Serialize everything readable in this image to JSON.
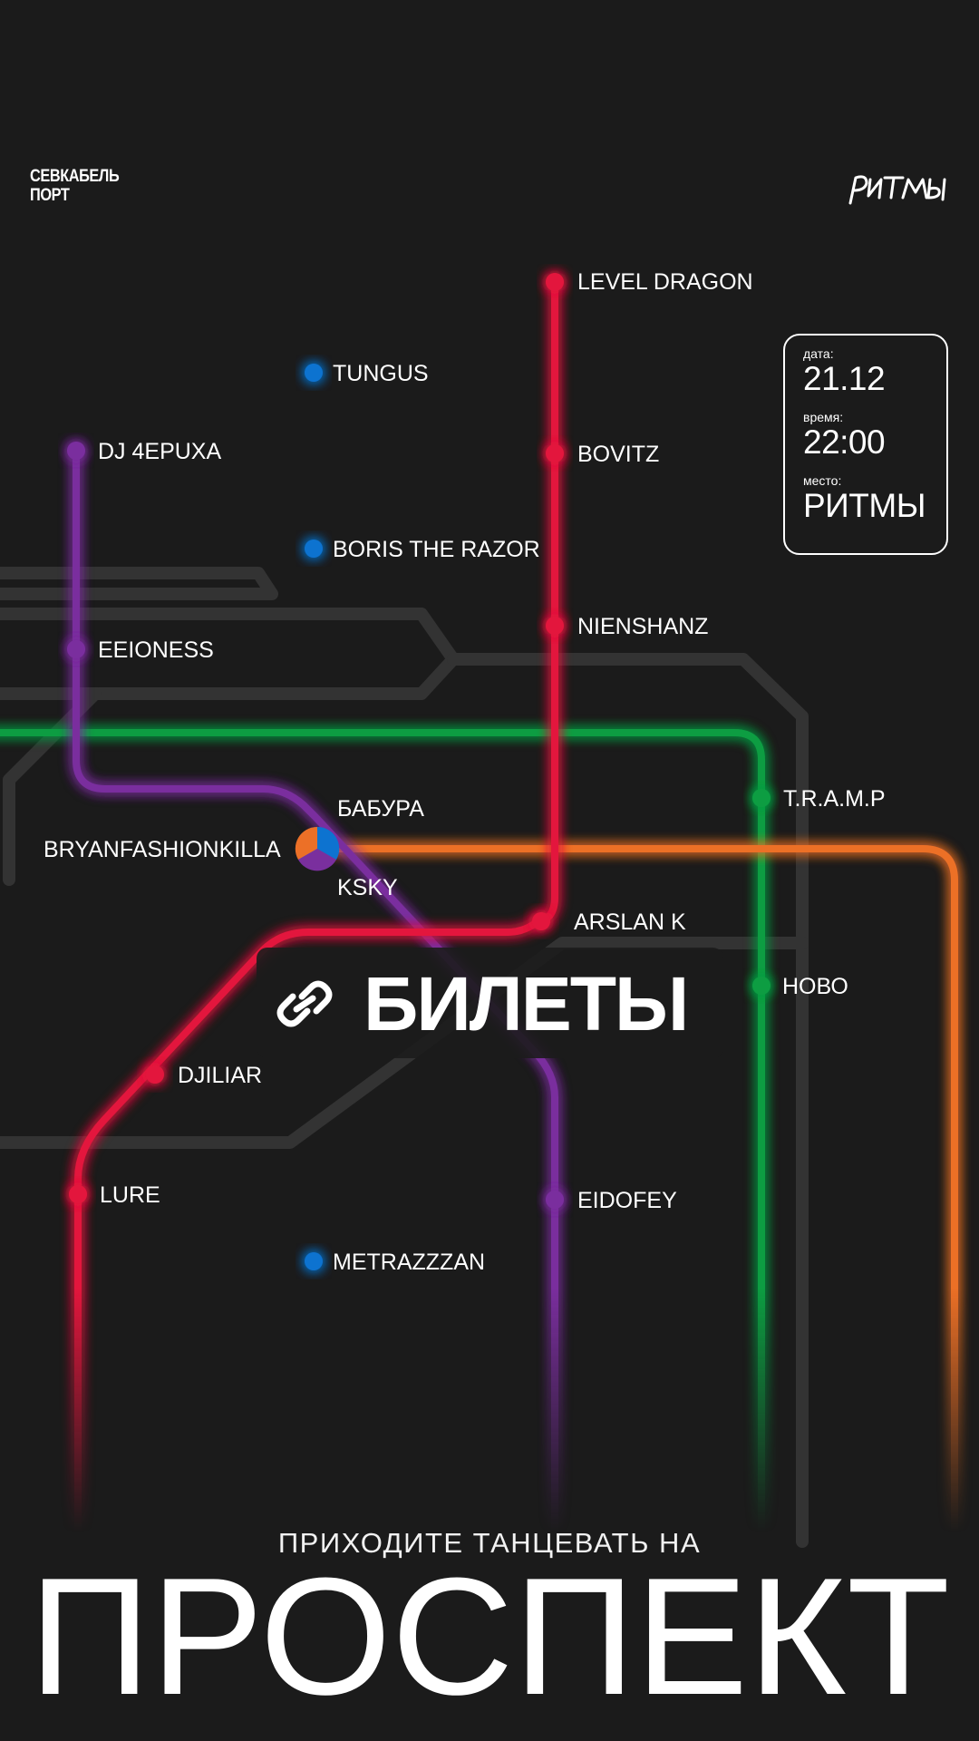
{
  "logo_left": {
    "line1": "СЕВКАБЕЛЬ",
    "line2": "ПОРТ"
  },
  "logo_right": {
    "text": "РИТМЫ"
  },
  "event_info": {
    "date_label": "дата:",
    "date_value": "21.12",
    "time_label": "время:",
    "time_value": "22:00",
    "place_label": "место:",
    "place_value": "РИТМЫ"
  },
  "tickets_button": {
    "label": "БИЛЕТЫ",
    "icon": "link-icon"
  },
  "tagline": "ПРИХОДИТЕ ТАНЦЕВАТЬ НА",
  "headline": "ПРОСПЕКТ",
  "colors": {
    "background": "#1b1b1b",
    "red_line": "#e3173e",
    "blue_line": "#0d73d0",
    "purple_line": "#7a2f9e",
    "green_line": "#0e9d43",
    "orange_line": "#ec7027",
    "gray_track": "#333333"
  },
  "stations": {
    "level_dragon": "LEVEL DRAGON",
    "tungus": "TUNGUS",
    "dj_4epuxa": "DJ 4EPUXA",
    "bovitz": "BOVITZ",
    "boris_the_razor": "BORIS THE RAZOR",
    "nienshanz": "NIENSHANZ",
    "eeioness": "EEIONESS",
    "tramp": "T.R.A.M.P",
    "babura": "БАБУРА",
    "bryanfashionkilla": "BRYANFASHIONKILLA",
    "ksky": "KSKY",
    "arslan_k": "ARSLAN K",
    "novo": "НОВО",
    "djiliar": "DJILIAR",
    "lure": "LURE",
    "eidofey": "EIDOFEY",
    "metrazzzan": "METRAZZZAN"
  }
}
